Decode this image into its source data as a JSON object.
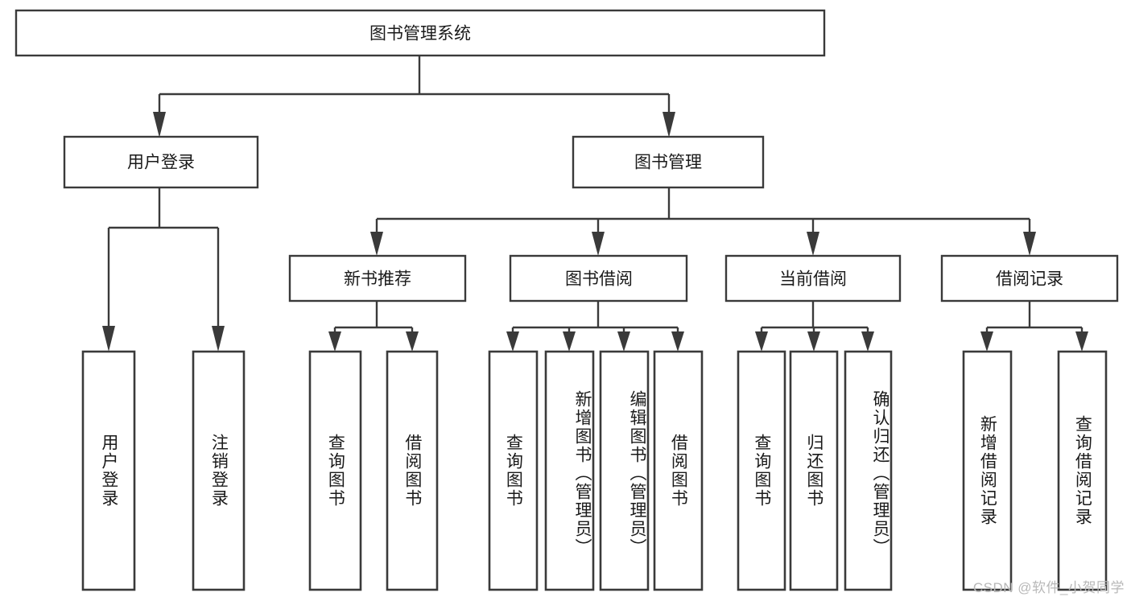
{
  "diagram": {
    "type": "hierarchy-tree",
    "title": "图书管理系统",
    "colors": {
      "box_stroke": "#3a3a3a",
      "box_fill": "#ffffff",
      "text": "#1a1a1a",
      "background": "#ffffff",
      "watermark": "#b8b8b8"
    },
    "root": {
      "label": "图书管理系统"
    },
    "level2": [
      {
        "label": "用户登录"
      },
      {
        "label": "图书管理"
      }
    ],
    "level3": [
      {
        "label": "新书推荐"
      },
      {
        "label": "图书借阅"
      },
      {
        "label": "当前借阅"
      },
      {
        "label": "借阅记录"
      }
    ],
    "leaves": {
      "user_login": [
        {
          "label": "用户登录"
        },
        {
          "label": "注销登录"
        }
      ],
      "new_book_recommend": [
        {
          "label": "查询图书"
        },
        {
          "label": "借阅图书"
        }
      ],
      "book_borrow": [
        {
          "label": "查询图书"
        },
        {
          "label": "新增图书（管理员）"
        },
        {
          "label": "编辑图书（管理员）"
        },
        {
          "label": "借阅图书"
        }
      ],
      "current_borrow": [
        {
          "label": "查询图书"
        },
        {
          "label": "归还图书"
        },
        {
          "label": "确认归还（管理员）"
        }
      ],
      "borrow_record": [
        {
          "label": "新增借阅记录"
        },
        {
          "label": "查询借阅记录"
        }
      ]
    }
  },
  "watermark": {
    "text": "CSDN @软件_小贺同学"
  }
}
